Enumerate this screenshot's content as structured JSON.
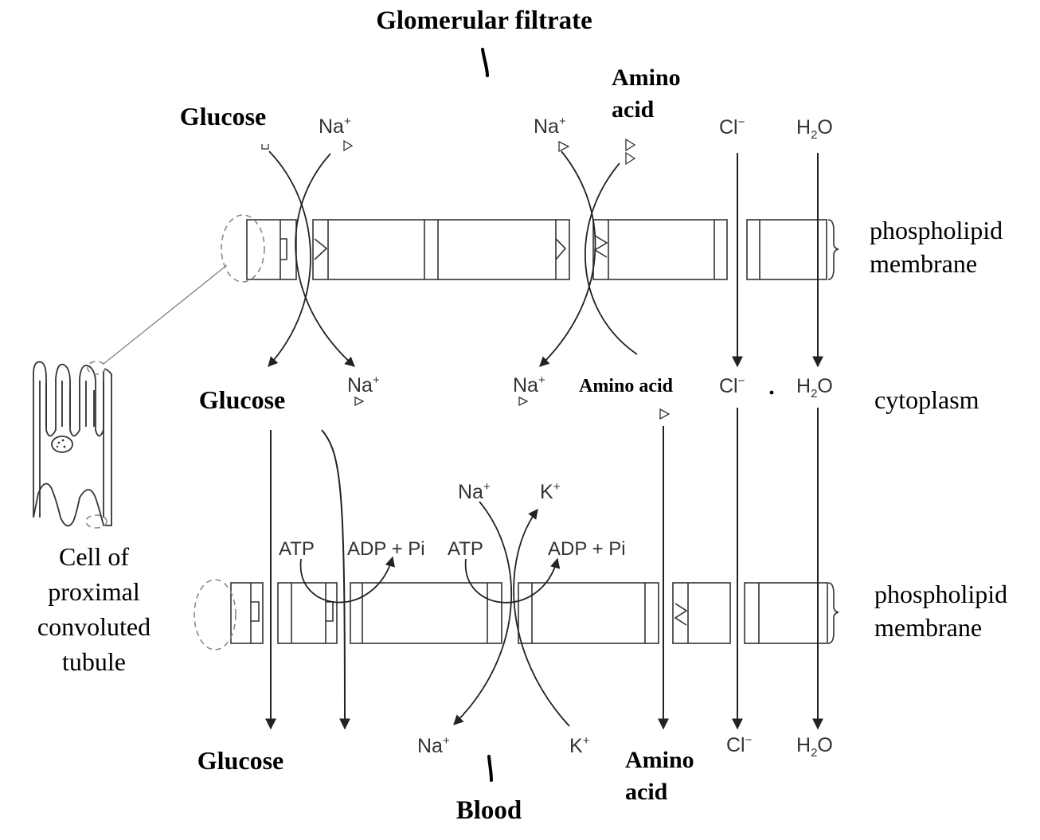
{
  "title": "Glomerular filtrate",
  "bottom_title": "Blood",
  "cell_caption": [
    "Cell of",
    "proximal",
    "convoluted",
    "tubule"
  ],
  "right_labels": {
    "membrane_top": [
      "phospholipid",
      "membrane"
    ],
    "cytoplasm": "cytoplasm",
    "membrane_bottom": [
      "phospholipid",
      "membrane"
    ]
  },
  "top_row": {
    "glucose": "Glucose",
    "na_left": "Na",
    "na_left_sup": "+",
    "na_right": "Na",
    "na_right_sup": "+",
    "amino_line1": "Amino",
    "amino_line2": "acid",
    "cl": "Cl",
    "cl_sup": "−",
    "h2o_h": "H",
    "h2o_sub": "2",
    "h2o_o": "O"
  },
  "middle_row": {
    "glucose": "Glucose",
    "na_left": "Na",
    "na_left_sup": "+",
    "na_right": "Na",
    "na_right_sup": "+",
    "amino": "Amino acid",
    "cl": "Cl",
    "cl_sup": "−",
    "h2o_h": "H",
    "h2o_sub": "2",
    "h2o_o": "O"
  },
  "pump": {
    "na_top": "Na",
    "na_top_sup": "+",
    "k_top": "K",
    "k_top_sup": "+",
    "atp_left": "ATP",
    "adp_left": "ADP + Pi",
    "atp_right": "ATP",
    "adp_right": "ADP + Pi"
  },
  "bottom_row": {
    "glucose": "Glucose",
    "na": "Na",
    "na_sup": "+",
    "k": "K",
    "k_sup": "+",
    "amino_line1": "Amino",
    "amino_line2": "acid",
    "cl": "Cl",
    "cl_sup": "−",
    "h2o_h": "H",
    "h2o_sub": "2",
    "h2o_o": "O"
  }
}
